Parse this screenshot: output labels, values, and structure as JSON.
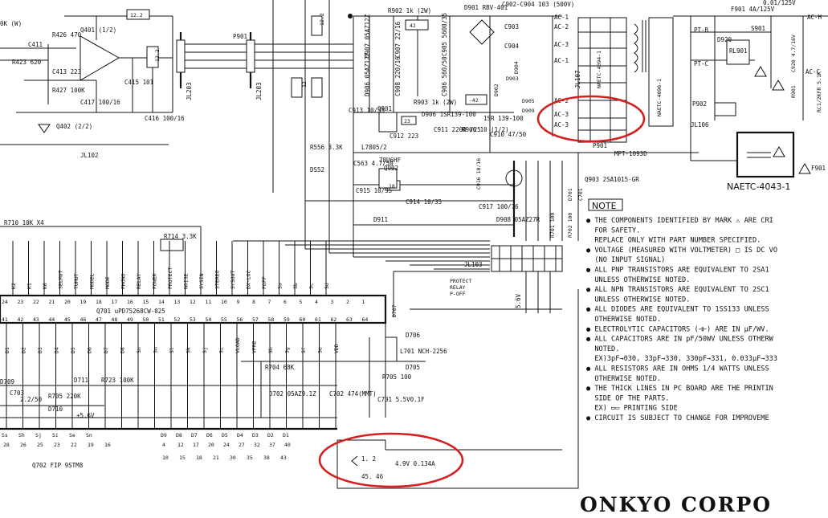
{
  "schematic": {
    "top_left": [
      "0K (W)",
      "C411",
      "R426 470",
      "Q401 (1/2)",
      "R423 620",
      "C413 223",
      "R427 100K",
      "C417 100/16",
      "C415 101",
      "C416 100/16",
      "Q402 (2/2)",
      "JL102",
      "12.2",
      "12.2",
      "P901",
      "JL203",
      "JL203"
    ],
    "top_mid": [
      "D901 RBV-401",
      "R902 1k (2W)",
      "C902-C904 103 (500V)",
      "C903",
      "C904",
      "C905 5600/35",
      "C906 560/50",
      "R903 1k (2W)",
      "D907 05AZ12Z",
      "C907 22/16",
      "D906 05AZ12Z",
      "C908 220/16",
      "C913 10/35",
      "Q901",
      "D906 1SR139-100",
      "C911 2200 /25",
      "R906 10 (1/2)",
      "C910 47/50",
      "1SR 139-100",
      "C912 223",
      "L7805/2",
      "C914 10/35",
      "C915 10/35",
      "D911",
      "R556 3.3K",
      "C563 4.7/50",
      "DS52",
      "78U6HF",
      "Q902",
      "42",
      "-42",
      "23",
      "18",
      "12",
      "12.2",
      "D902",
      "D903",
      "D904",
      "D905",
      "D909"
    ],
    "top_right": [
      "AC-1",
      "AC-2",
      "AC-3",
      "AC-1",
      "AC-2",
      "AC-3",
      "AC-3",
      "JL107",
      "P901",
      "MPT-1093D",
      "NAETC-4094-1",
      "NAETC-4096-1",
      "JL106",
      "P902",
      "F901 4A/125V",
      "0.01/125V",
      "S901",
      "AC-H",
      "AC-C",
      "PT-B",
      "PT-C",
      "D920",
      "RL901",
      "C920 4.7/16V",
      "R901",
      "RC1/2KFR 5.1K",
      "NAETC-4043-1",
      "F901",
      "Q903 2SA1015-GR",
      "C916 10/16",
      "C917 100/16",
      "D908 05AZ27R",
      "R701 100",
      "R702 100",
      "D701",
      "C701"
    ],
    "mid": [
      "R710 10K X4",
      "R714 3.3K",
      "JL103",
      "PROTECT",
      "RELAY",
      "P-OFF",
      "5.6V"
    ],
    "pins_top": [
      "K2",
      "K1",
      "K0",
      "SELMUT",
      "TUMUT",
      "MODEL",
      "MODE",
      "PHONO",
      "RELAY",
      "POWER",
      "PROTECT",
      "NOISE",
      "SYSIN",
      "STEREO",
      "SYSOUT",
      "DX-LOC",
      "POFF",
      "Sa",
      "Sb",
      "Sc",
      "Sd"
    ],
    "pin_nums_top": [
      "24",
      "23",
      "22",
      "21",
      "20",
      "19",
      "18",
      "17",
      "16",
      "15",
      "14",
      "13",
      "12",
      "11",
      "10",
      "9",
      "8",
      "7",
      "6",
      "5",
      "4",
      "3",
      "2",
      "1"
    ],
    "ic": "Q701 uPD75268CW-025",
    "pin_nums_bot": [
      "41",
      "42",
      "43",
      "44",
      "45",
      "46",
      "47",
      "48",
      "49",
      "50",
      "51",
      "52",
      "53",
      "54",
      "55",
      "56",
      "57",
      "58",
      "59",
      "60",
      "61",
      "62",
      "63",
      "64"
    ],
    "pins_bot": [
      "D1",
      "D2",
      "D3",
      "D4",
      "D5",
      "D6",
      "D7",
      "D8",
      "Sn",
      "Sm",
      "Sl",
      "Sk",
      "Sj",
      "Si",
      "VLOAD",
      "VPRE",
      "Sh",
      "Sg",
      "Sf",
      "Se",
      "VDD"
    ],
    "bottom_left": [
      "D709",
      "C703",
      "2.2/50",
      "R705 220K",
      "D711",
      "R723 100K",
      "D710",
      "+5.6V",
      "D702 05AZ9.1Z",
      "C702 474(MMT)",
      "C701 5.5V0.1F",
      "R704 68K",
      "L701 NCH-2256",
      "D705",
      "R705 100",
      "D706",
      "D707"
    ],
    "fip_pins_top": [
      "Ss",
      "Sh",
      "Sj",
      "Si",
      "Se",
      "Sn",
      "D9",
      "D8",
      "D7",
      "D6",
      "D5",
      "D4",
      "D3",
      "D2",
      "D1"
    ],
    "fip_nums_top": [
      "28",
      "26",
      "25",
      "23",
      "22",
      "19",
      "16",
      "4",
      "12",
      "17",
      "20",
      "24",
      "27",
      "32",
      "37",
      "40"
    ],
    "fip_nums_bot": [
      "10",
      "15",
      "18",
      "21",
      "30",
      "35",
      "38",
      "43"
    ],
    "fip_ic": "Q702 FIP 9STM8",
    "fip_pins_info": [
      "1. 2",
      "45. 46",
      "4.9V 0.134A"
    ]
  },
  "note": {
    "title": "NOTE",
    "lines": [
      "● THE COMPONENTS IDENTIFIED BY MARK ⚠ ARE CRI",
      "  FOR SAFETY.",
      "  REPLACE ONLY WITH PART NUMBER SPECIFIED.",
      "● VOLTAGE (MEASURED WITH VOLTMETER) □ IS DC VO",
      "  (NO INPUT SIGNAL)",
      "● ALL PNP TRANSISTORS ARE EQUIVALENT TO 2SA1",
      "  UNLESS OTHERWISE NOTED.",
      "● ALL NPN TRANSISTORS ARE EQUIVALENT TO 2SC1",
      "  UNLESS OTHERWISE NOTED.",
      "● ALL DIODES ARE EQUIVALENT TO 1SS133 UNLESS",
      "  OTHERWISE NOTED.",
      "● ELECTROLYTIC CAPACITORS (⊣⊢) ARE IN μF/WV.",
      "● ALL CAPACITORS ARE IN pF/50WV UNLESS OTHERW",
      "  NOTED.",
      "  EX)3pF→030, 33pF→330, 330pF→331, 0.033μF→333",
      "● ALL RESISTORS ARE IN OHMS 1/4 WATTS UNLESS",
      "  OTHERWISE NOTED.",
      "● THE THICK LINES IN PC BOARD ARE THE PRINTIN",
      "  SIDE OF THE PARTS.",
      "  EX) ▭▭ PRINTING SIDE",
      "● CIRCUIT IS SUBJECT TO CHANGE FOR IMPROVEME"
    ]
  },
  "brand": "ONKYO CORPO",
  "colors": {
    "ink": "#111111",
    "highlight": "#d42020",
    "paper": "#ffffff"
  }
}
